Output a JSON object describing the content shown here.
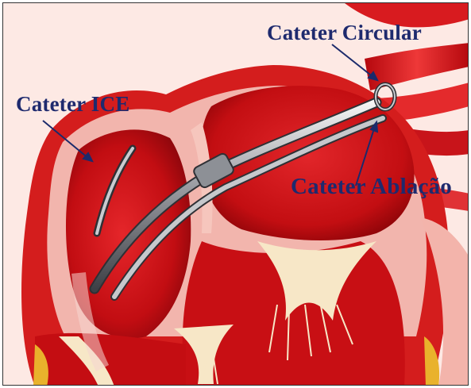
{
  "labels": {
    "ice": "Cateter ICE",
    "circular": "Cateter Circular",
    "ablation": "Cateter Ablação"
  },
  "colors": {
    "label_text": "#1e2a6e",
    "arrow": "#1b2a6b",
    "myocardium": "#d41d1d",
    "chamber": "#c50f14",
    "endocardium": "#f4b8b0",
    "valve": "#f7e7c7",
    "catheter": "#8d9096"
  }
}
